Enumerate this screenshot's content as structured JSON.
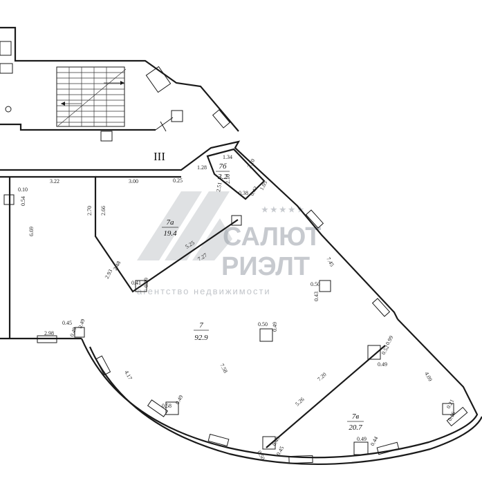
{
  "plan": {
    "section_label": "III",
    "rooms": [
      {
        "id": "7",
        "area": "92.9"
      },
      {
        "id": "7а",
        "area": "19.4"
      },
      {
        "id": "7б",
        "area": "3.2"
      },
      {
        "id": "7в",
        "area": "20.7"
      }
    ],
    "dims": [
      "3.22",
      "0.10",
      "0.54",
      "6.69",
      "2.70",
      "2.66",
      "3.00",
      "0.25",
      "1.28",
      "1.34",
      "2.20",
      "2.10",
      "2.51",
      "0.38",
      "0.42",
      "1.05",
      "5.25",
      "7.27",
      "2.48",
      "2.93",
      "0.41",
      "0.39",
      "0.50",
      "0.43",
      "7.45",
      "0.50",
      "0.49",
      "2.98",
      "0.45",
      "0.49",
      "0.49",
      "4.17",
      "7.58",
      "0.58",
      "0.49",
      "0.99",
      "0.52",
      "0.49",
      "7.20",
      "5.26",
      "4.09",
      "0.21",
      "0.16",
      "0.49",
      "0.44",
      "0.50",
      "0.49",
      "0.45"
    ]
  },
  "watermark": {
    "brand_top": "САЛЮТ",
    "brand_bottom": "РИЭЛТ",
    "subtitle": "агентство недвижимости",
    "stars": "★ ★ ★ ★ ★"
  },
  "colors": {
    "line": "#1a1a1a",
    "watermark": "#9aa0a8"
  }
}
